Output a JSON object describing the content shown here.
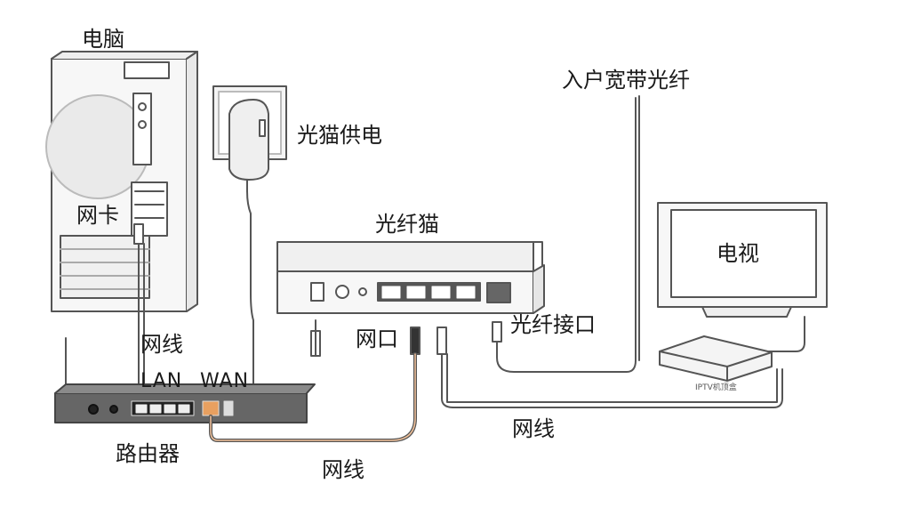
{
  "labels": {
    "computer": "电脑",
    "modem_power": "光猫供电",
    "fiber_in": "入户宽带光纤",
    "nic": "网卡",
    "fiber_modem": "光纤猫",
    "tv": "电视",
    "cable_pc": "网线",
    "lan": "LAN",
    "wan": "WAN",
    "net_port": "网口",
    "fiber_port": "光纤接口",
    "router": "路由器",
    "cable_wan": "网线",
    "cable_stb": "网线",
    "stb": "IPTV机顶盒"
  },
  "colors": {
    "line": "#555555",
    "cable_highlight": "#e8a060",
    "device_fill": "#f4f4f4"
  }
}
